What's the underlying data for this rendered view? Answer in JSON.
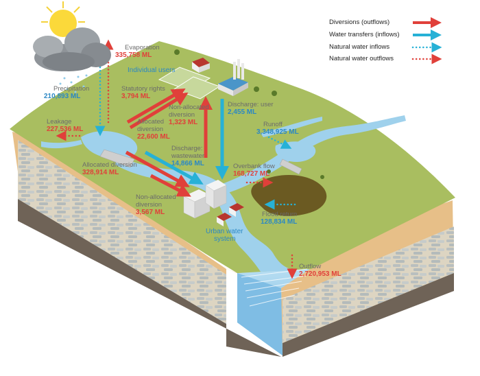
{
  "legend": [
    {
      "label": "Diversions (outflows)",
      "style": "solid",
      "color": "#e0403a"
    },
    {
      "label": "Water transfers (inflows)",
      "style": "solid",
      "color": "#27b1d6"
    },
    {
      "label": "Natural water inflows",
      "style": "dotted",
      "color": "#27b1d6"
    },
    {
      "label": "Natural water outflows",
      "style": "dotted",
      "color": "#e0403a"
    }
  ],
  "flows": {
    "evaporation": {
      "name": "Evaporation",
      "value": "335,758 ML"
    },
    "precipitation": {
      "name": "Precipitation",
      "value": "210,893 ML"
    },
    "statutory": {
      "name": "Statutory rights",
      "value": "3,794 ML"
    },
    "nonalloc_user": {
      "name1": "Non-allocated",
      "name2": "diversion",
      "value": "1,323 ML"
    },
    "alloc_user": {
      "name1": "Allocated",
      "name2": "diversion",
      "value": "22,600 ML"
    },
    "leakage": {
      "name": "Leakage",
      "value": "227,536 ML"
    },
    "discharge_user": {
      "name": "Discharge: user",
      "value": "2,455 ML"
    },
    "runoff": {
      "name": "Runoff",
      "value": "3,348,925 ML"
    },
    "discharge_ww": {
      "name1": "Discharge:",
      "name2": "wastewater",
      "value": "14,866 ML"
    },
    "alloc_urban": {
      "name": "Allocated diversion",
      "value": "328,914 ML"
    },
    "overbank": {
      "name": "Overbank flow",
      "value": "168,727 ML"
    },
    "nonalloc_urban": {
      "name1": "Non-allocated",
      "name2": "diversion",
      "value": "3,567 ML"
    },
    "flood_return": {
      "name": "Flood return",
      "value": "128,834 ML"
    },
    "outflow": {
      "name": "Outflow",
      "value": "2,720,953 ML"
    }
  },
  "places": {
    "individual_users": "Individual users",
    "urban1": "Urban water",
    "urban2": "system"
  },
  "colors": {
    "red": "#e0403a",
    "blue": "#27b1d6",
    "land": "#a8bd5e",
    "water": "#9ccfea"
  }
}
